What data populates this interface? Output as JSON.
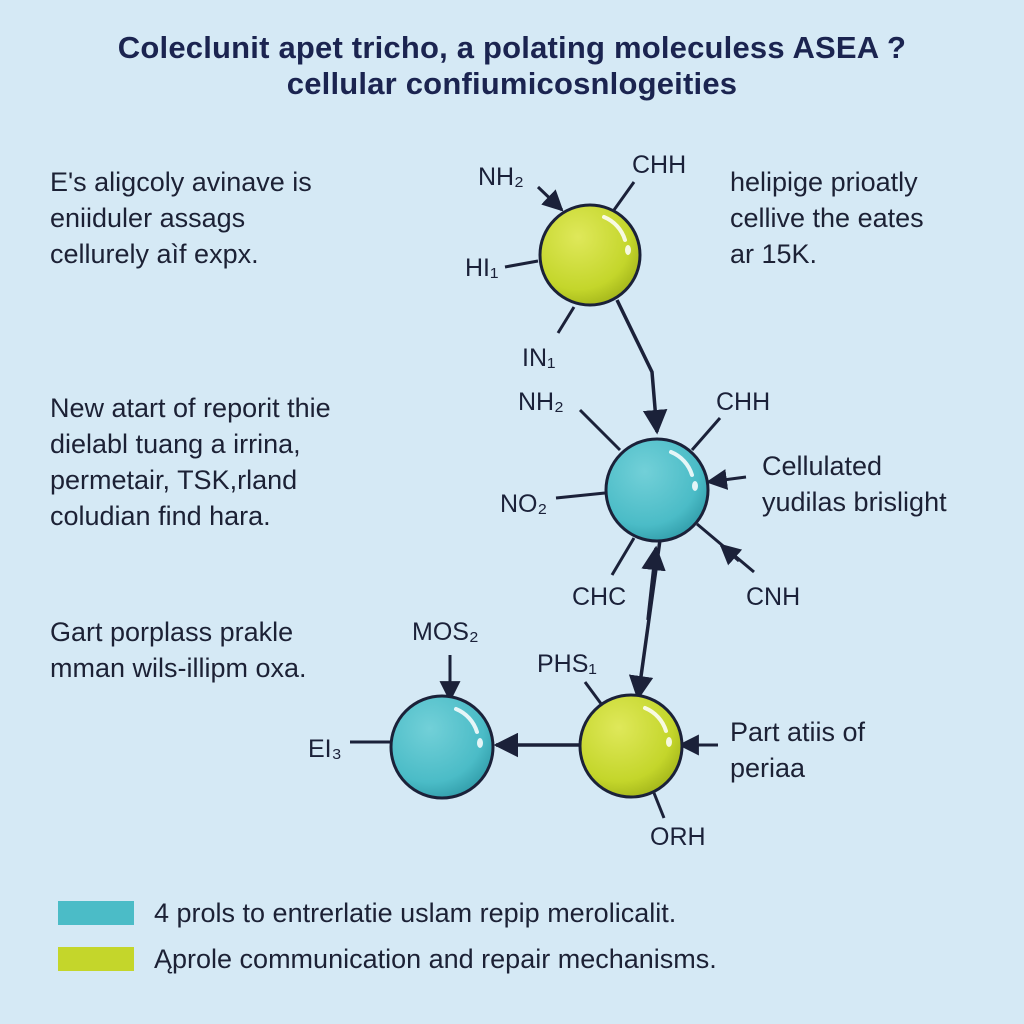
{
  "title": {
    "line1": "Coleclunit apet tricho, a polating moleculess ASEA ?",
    "line2": "cellular confiumicοsnlogeities"
  },
  "paragraphs": {
    "top_left": [
      "E's aligcoly avinave is",
      "eniiduler assags",
      "cellurely aìf expx."
    ],
    "top_right": [
      "helipige prioatly",
      "cellive the eates",
      "ar 15K."
    ],
    "mid_left": [
      "New atart of reporit thie",
      "dielabl tuang a irrina,",
      "permetair, TSK,rland",
      "coludian find hara."
    ],
    "mid_right": [
      "Cellulated",
      "yudilas brislight"
    ],
    "low_left": [
      "Gart porplass prakle",
      "mman wils-illipm oxa."
    ],
    "low_right": [
      "Part atiis of",
      "periaa"
    ]
  },
  "diagram": {
    "node1_labels": {
      "top_left": "NH₂",
      "top_right": "CHH",
      "left": "HI₁",
      "bottom": "IN₁"
    },
    "node2_labels": {
      "top_left": "NH₂",
      "top_right": "CHH",
      "left": "NO₂",
      "bottom_left": "CHC",
      "bottom_right": "CNH"
    },
    "node3_labels": {
      "top": "MOS₂",
      "left": "EI₃"
    },
    "node4_labels": {
      "top": "PHS₁",
      "bottom": "ORH"
    }
  },
  "colors": {
    "background": "#d5e9f5",
    "teal": "#4bbcc7",
    "yellow_green": "#c4d62b",
    "line": "#1b2139"
  },
  "legend": [
    {
      "color": "#4bbcc7",
      "label": "4 prols to entrerlatie uslam repip merolicalit."
    },
    {
      "color": "#c4d62b",
      "label": "Ąprole communication and repair mechanisms."
    }
  ]
}
